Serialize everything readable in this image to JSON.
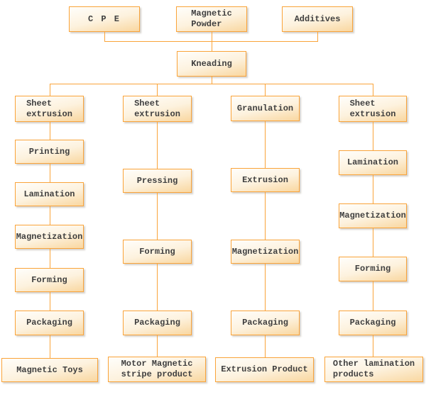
{
  "colors": {
    "accent": "#faa43a",
    "text": "#3f3f3f",
    "bg": "#ffffff",
    "box_fill_top": "#fffefb",
    "box_fill_bottom": "#f9d7a0"
  },
  "nodes": {
    "cpe": {
      "label": "C P E"
    },
    "magnetic_powder": {
      "label": "Magnetic\nPowder"
    },
    "additives": {
      "label": "Additives"
    },
    "kneading": {
      "label": "Kneading"
    },
    "c1_sheet_extrusion": {
      "label": "Sheet\nextrusion"
    },
    "c1_printing": {
      "label": "Printing"
    },
    "c1_lamination": {
      "label": "Lamination"
    },
    "c1_magnetization": {
      "label": "Magnetization"
    },
    "c1_forming": {
      "label": "Forming"
    },
    "c1_packaging": {
      "label": "Packaging"
    },
    "c1_product": {
      "label": "Magnetic Toys"
    },
    "c2_sheet_extrusion": {
      "label": "Sheet\nextrusion"
    },
    "c2_pressing": {
      "label": "Pressing"
    },
    "c2_forming": {
      "label": "Forming"
    },
    "c2_packaging": {
      "label": "Packaging"
    },
    "c2_product": {
      "label": "Motor Magnetic\nstripe product"
    },
    "c3_granulation": {
      "label": "Granulation"
    },
    "c3_extrusion": {
      "label": "Extrusion"
    },
    "c3_magnetization": {
      "label": "Magnetization"
    },
    "c3_packaging": {
      "label": "Packaging"
    },
    "c3_product": {
      "label": "Extrusion Product"
    },
    "c4_sheet_extrusion": {
      "label": "Sheet\nextrusion"
    },
    "c4_lamination": {
      "label": "Lamination"
    },
    "c4_magnetization": {
      "label": "Magnetization"
    },
    "c4_forming": {
      "label": "Forming"
    },
    "c4_packaging": {
      "label": "Packaging"
    },
    "c4_product": {
      "label": "Other lamination\nproducts"
    }
  }
}
